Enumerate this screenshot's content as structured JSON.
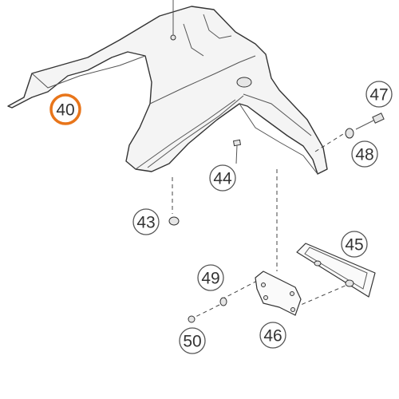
{
  "diagram": {
    "highlight_color": "#e8751a",
    "callouts": [
      {
        "id": "40",
        "label": "40",
        "highlighted": true
      },
      {
        "id": "43",
        "label": "43",
        "highlighted": false
      },
      {
        "id": "44",
        "label": "44",
        "highlighted": false
      },
      {
        "id": "45",
        "label": "45",
        "highlighted": false
      },
      {
        "id": "46",
        "label": "46",
        "highlighted": false
      },
      {
        "id": "47",
        "label": "47",
        "highlighted": false
      },
      {
        "id": "48",
        "label": "48",
        "highlighted": false
      },
      {
        "id": "49",
        "label": "49",
        "highlighted": false
      },
      {
        "id": "50",
        "label": "50",
        "highlighted": false
      }
    ]
  }
}
